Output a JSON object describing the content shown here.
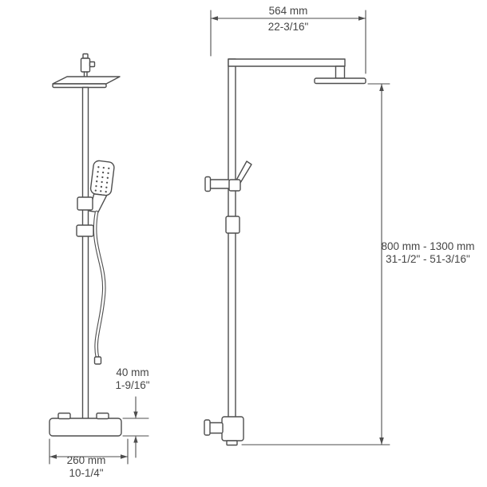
{
  "annotations": {
    "top_width": {
      "metric": "564 mm",
      "imperial": "22-3/16\""
    },
    "height_range": {
      "metric": "800 mm - 1300 mm",
      "imperial": "31-1/2\" - 51-3/16\""
    },
    "small_depth": {
      "metric": "40 mm",
      "imperial": "1-9/16\""
    },
    "bottom_width": {
      "metric": "260 mm",
      "imperial": "10-1/4\""
    }
  },
  "colors": {
    "line": "#4e4e4e",
    "text": "#454545",
    "background": "#ffffff"
  }
}
